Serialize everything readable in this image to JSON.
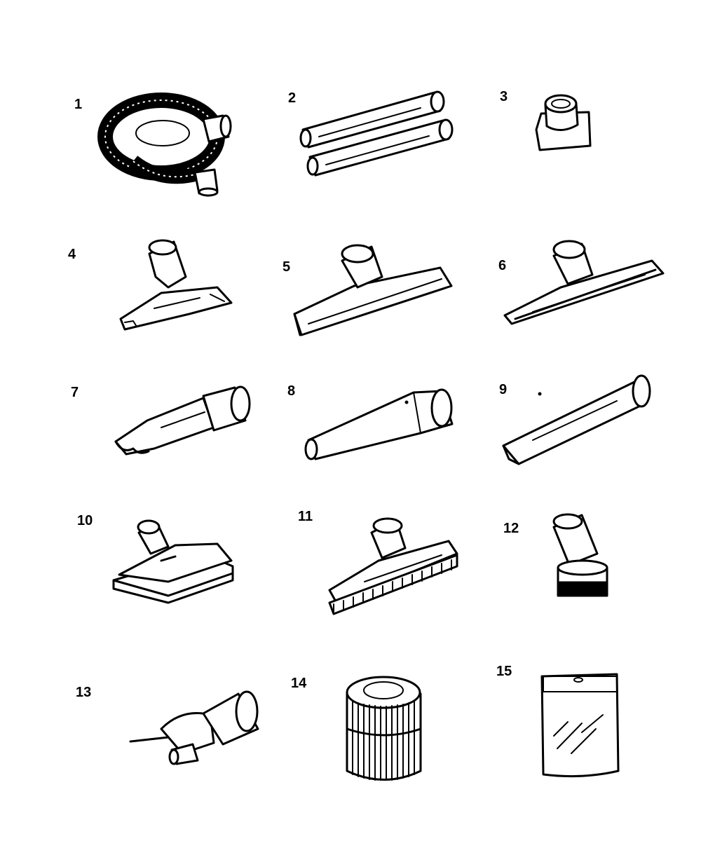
{
  "parts": [
    {
      "number": "1",
      "icon": "hose-icon"
    },
    {
      "number": "2",
      "icon": "extension-wands-icon"
    },
    {
      "number": "3",
      "icon": "adapter-icon"
    },
    {
      "number": "4",
      "icon": "utility-nozzle-icon"
    },
    {
      "number": "5",
      "icon": "floor-nozzle-icon"
    },
    {
      "number": "6",
      "icon": "squeegee-nozzle-icon"
    },
    {
      "number": "7",
      "icon": "gulper-nozzle-icon"
    },
    {
      "number": "8",
      "icon": "tapered-nozzle-icon"
    },
    {
      "number": "9",
      "icon": "crevice-tool-icon"
    },
    {
      "number": "10",
      "icon": "carpet-nozzle-icon"
    },
    {
      "number": "11",
      "icon": "floor-brush-icon"
    },
    {
      "number": "12",
      "icon": "dusting-brush-icon"
    },
    {
      "number": "13",
      "icon": "blower-nozzle-icon"
    },
    {
      "number": "14",
      "icon": "cartridge-filter-icon"
    },
    {
      "number": "15",
      "icon": "filter-bag-icon"
    }
  ]
}
